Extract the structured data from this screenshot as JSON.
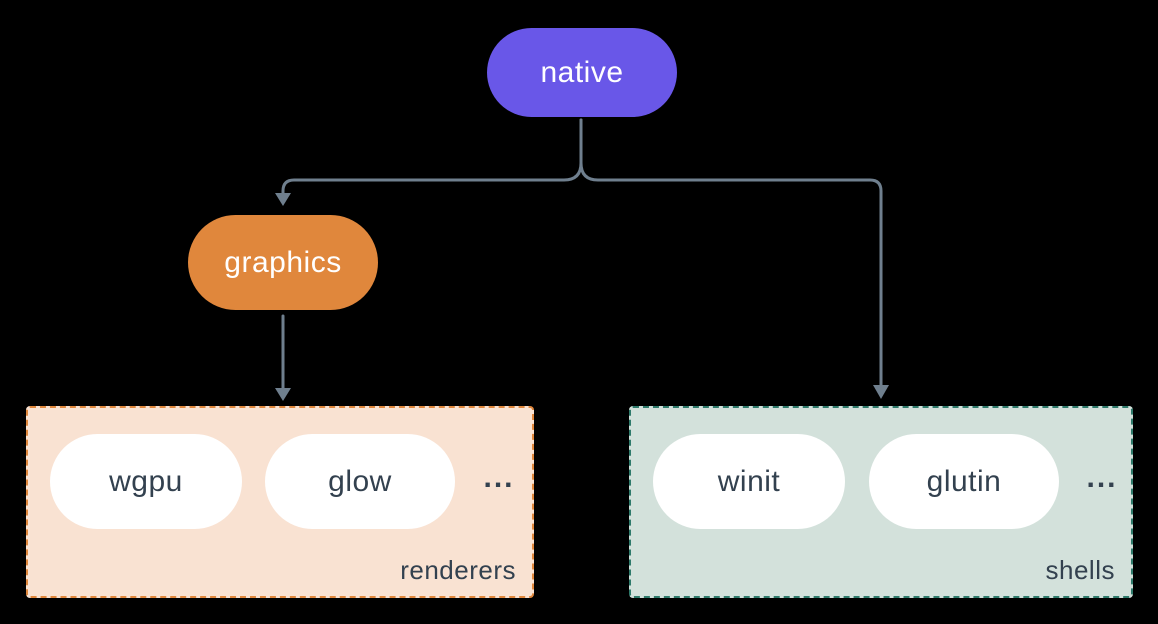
{
  "diagram": {
    "type": "flowchart",
    "nodes": {
      "native": {
        "label": "native"
      },
      "graphics": {
        "label": "graphics"
      }
    },
    "groups": {
      "renderers": {
        "label": "renderers",
        "ellipsis": "...",
        "items": [
          {
            "label": "wgpu"
          },
          {
            "label": "glow"
          }
        ]
      },
      "shells": {
        "label": "shells",
        "ellipsis": "...",
        "items": [
          {
            "label": "winit"
          },
          {
            "label": "glutin"
          }
        ]
      }
    },
    "edges": [
      {
        "from": "native",
        "to": "graphics"
      },
      {
        "from": "native",
        "to": "shells"
      },
      {
        "from": "graphics",
        "to": "renderers"
      }
    ]
  },
  "colors": {
    "background": "#000000",
    "connector": "#6F7F8E",
    "node_native_bg": "#6957E8",
    "node_graphics_bg": "#E0873C",
    "node_text": "#FFFFFF",
    "renderers_bg": "#F9E2D2",
    "renderers_border": "#E0873C",
    "shells_bg": "#D3E1DB",
    "shells_border": "#2E7A6B",
    "pill_bg": "#FFFFFF",
    "pill_text": "#33414F"
  }
}
